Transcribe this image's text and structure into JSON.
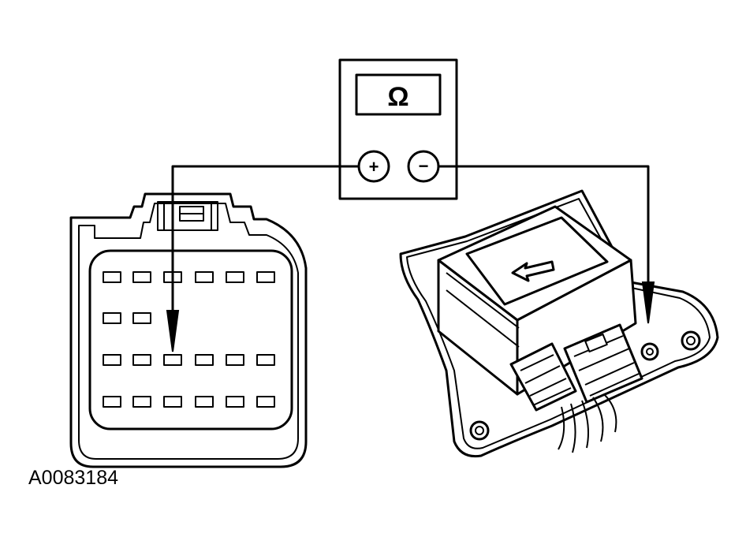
{
  "meter": {
    "display_symbol": "Ω",
    "positive_terminal": "+",
    "negative_terminal": "−"
  },
  "figure_id": "A0083184",
  "colors": {
    "ink": "#000000",
    "background": "#ffffff"
  },
  "icons": [
    "ohmmeter",
    "connector-face",
    "module",
    "probe",
    "arrow-left"
  ]
}
